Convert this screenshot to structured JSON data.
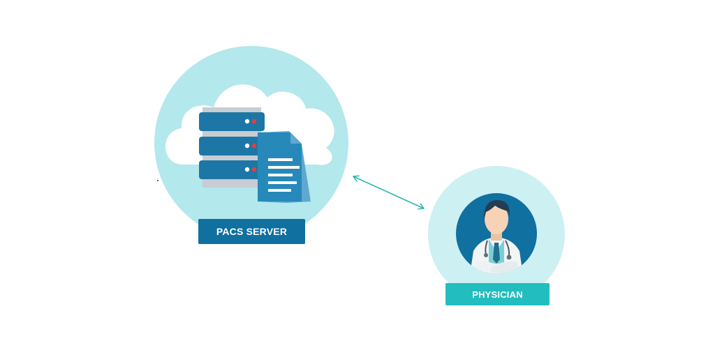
{
  "nodes": {
    "server": {
      "label": "PACS SERVER",
      "icons": [
        "cloud-icon",
        "server-rack-icon",
        "document-icon"
      ]
    },
    "physician": {
      "label": "PHYSICIAN",
      "icons": [
        "doctor-avatar-icon",
        "stethoscope-icon"
      ]
    }
  },
  "connector": {
    "type": "bidirectional-arrow",
    "from": "server",
    "to": "physician"
  },
  "colors": {
    "server_circle": "#b3e8ec",
    "physician_circle": "#cdf0f3",
    "server_label_bg": "#10709f",
    "physician_label_bg": "#22bdbe",
    "server_unit": "#1d77a6",
    "server_frame": "#c8ccd3",
    "document_front": "#2689ba",
    "document_back": "#5fa8cf",
    "arrow": "#2bb5b2",
    "indicator_red": "#e3403b"
  }
}
